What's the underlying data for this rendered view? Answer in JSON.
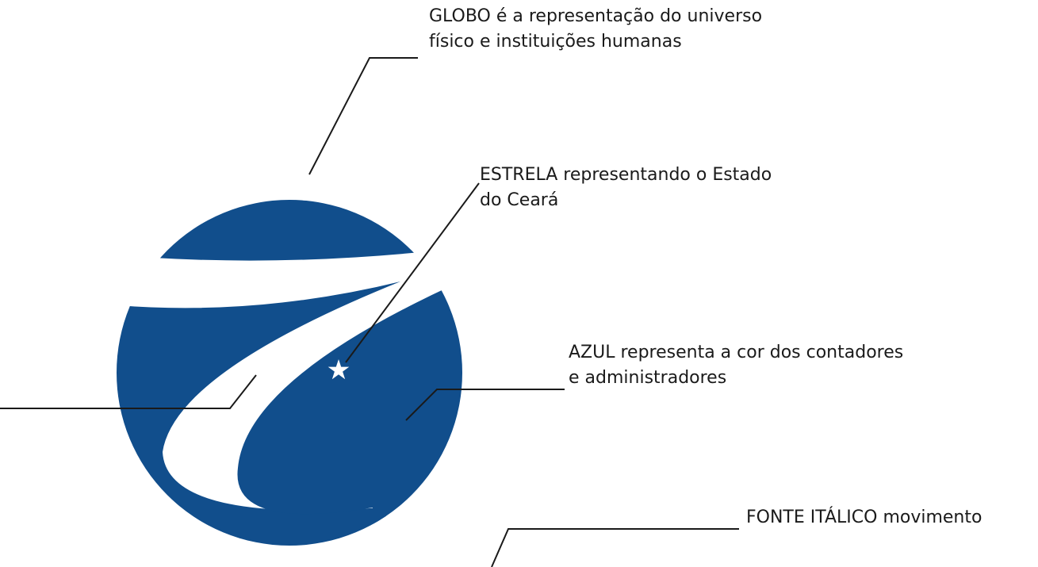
{
  "colors": {
    "brand_blue": "#114e8c",
    "leader_line": "#1a1a1a",
    "text": "#1a1a1a",
    "background": "#ffffff",
    "star": "#ffffff"
  },
  "logo": {
    "icon": "globe-seven-star-logo"
  },
  "annotations": {
    "globo": {
      "line1": "GLOBO é a representação do universo",
      "line2": "físico e instituições humanas"
    },
    "estrela": {
      "line1": "ESTRELA representando o Estado",
      "line2": "do Ceará"
    },
    "azul": {
      "line1": "AZUL representa a cor dos contadores",
      "line2": "e administradores"
    },
    "fonte": {
      "line1": "FONTE ITÁLICO movimento"
    }
  }
}
